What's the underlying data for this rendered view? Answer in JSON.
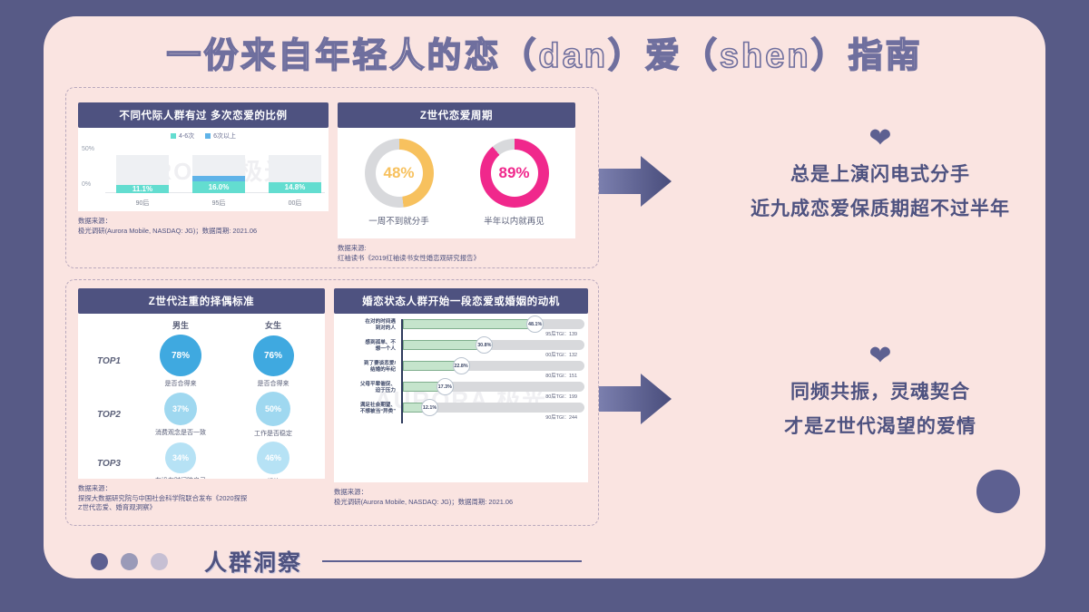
{
  "slide": {
    "title": "一份来自年轻人的恋（dan）爱（shen）指南",
    "bg_outer": "#575a86",
    "bg_card": "#fae4e1",
    "accent_navy": "#4e5280",
    "watermark": "AURORA 极光"
  },
  "panels": {
    "bars": {
      "heading": "不同代际人群有过 多次恋爱的比例",
      "legend": [
        {
          "label": "4-6次",
          "color": "#63ddd0"
        },
        {
          "label": "6次以上",
          "color": "#5fb3e8"
        }
      ],
      "y_ticks": [
        "50%",
        "0%"
      ],
      "source": "数据来源：\n极光调研(Aurora Mobile, NASDAQ: JG)；数据周期: 2021.06"
    },
    "donut": {
      "heading": "Z世代恋爱周期",
      "items": [
        {
          "value": "48%",
          "pct": 48,
          "caption": "一周不到就分手",
          "color": "#f7c15e",
          "track": "#d8d9dc"
        },
        {
          "value": "89%",
          "pct": 89,
          "caption": "半年以内就再见",
          "color": "#f0288c",
          "track": "#d8d9dc"
        }
      ],
      "source": "数据来源:\n红袖读书《2019红袖读书女性婚恋观研究报告》"
    },
    "mate": {
      "heading": "Z世代注重的择偶标准",
      "columns": [
        "男生",
        "女生"
      ],
      "rows": [
        {
          "rank": "TOP1",
          "male": {
            "value": "78%",
            "label": "是否合得来",
            "size": 46,
            "color": "#3fa9e0"
          },
          "female": {
            "value": "76%",
            "label": "是否合得来",
            "size": 45,
            "color": "#3fa9e0"
          }
        },
        {
          "rank": "TOP2",
          "male": {
            "value": "37%",
            "label": "消费观念是否一致",
            "size": 36,
            "color": "#9fd8f0"
          },
          "female": {
            "value": "50%",
            "label": "工作是否稳定",
            "size": 38,
            "color": "#9fd8f0"
          }
        },
        {
          "rank": "TOP3",
          "male": {
            "value": "34%",
            "label": "有没有时间陪自己",
            "size": 34,
            "color": "#b6e2f5"
          },
          "female": {
            "value": "46%",
            "label": "颜值",
            "size": 36,
            "color": "#b6e2f5"
          }
        }
      ],
      "source": "数据来源：\n探探大数据研究院与中国社会科学院联合发布《2020探探\nZ世代恋爱、婚育观洞察》"
    },
    "motive": {
      "heading": "婚恋状态人群开始一段恋爱或婚姻的动机",
      "rows": [
        {
          "label": "在对的时间遇\n到对的人",
          "value": "48.1%",
          "pct": 48.1,
          "tgi": "95后TGI：139"
        },
        {
          "label": "感到孤单、不\n想一个人",
          "value": "30.8%",
          "pct": 30.8,
          "tgi": "00后TGI：132"
        },
        {
          "label": "到了要谈恋爱/\n结婚的年纪",
          "value": "22.8%",
          "pct": 22.8,
          "tgi": "80后TGI：151"
        },
        {
          "label": "父母平辈催促、\n迫于压力",
          "value": "17.3%",
          "pct": 17.3,
          "tgi": "80后TGI：199"
        },
        {
          "label": "满足社会期望、\n不想被当“异类”",
          "value": "12.1%",
          "pct": 12.1,
          "tgi": "90后TGI：244"
        }
      ],
      "source": "数据来源：\n极光调研(Aurora Mobile, NASDAQ: JG)；数据周期: 2021.06"
    }
  },
  "messages": [
    {
      "icon": "heart-icon",
      "line1": "总是上演闪电式分手",
      "line2": "近九成恋爱保质期超不过半年"
    },
    {
      "icon": "heart-icon",
      "line1": "同频共振，灵魂契合",
      "line2": "才是Z世代渴望的爱情"
    }
  ],
  "footer": {
    "title": "人群洞察",
    "dots": [
      "#5d6091",
      "#9a9ab8",
      "#c6bfd3"
    ]
  },
  "chart_data": [
    {
      "type": "bar",
      "title": "不同代际人群有过多次恋爱的比例",
      "categories": [
        "90后",
        "95后",
        "00后"
      ],
      "series": [
        {
          "name": "4-6次",
          "values": [
            11.1,
            16.0,
            14.8
          ]
        },
        {
          "name": "6次以上",
          "values": [
            0,
            6.0,
            0
          ]
        }
      ],
      "labels": [
        "11.1%",
        "16.0%",
        "14.8%"
      ],
      "xlabel": "",
      "ylabel": "",
      "ylim": [
        0,
        50
      ],
      "grid": false,
      "legend": "top-center"
    },
    {
      "type": "pie",
      "title": "Z世代恋爱周期",
      "categories": [
        "一周不到就分手",
        "半年以内就再见"
      ],
      "values": [
        48,
        89
      ],
      "labels": [
        "48%",
        "89%"
      ],
      "legend": "below"
    },
    {
      "type": "bar",
      "title": "Z世代注重的择偶标准",
      "categories": [
        "TOP1",
        "TOP2",
        "TOP3"
      ],
      "series": [
        {
          "name": "男生",
          "values": [
            78,
            37,
            34
          ]
        },
        {
          "name": "女生",
          "values": [
            76,
            50,
            46
          ]
        }
      ],
      "annotations": [
        "男生 TOP1 是否合得来 78%",
        "女生 TOP1 是否合得来 76%",
        "男生 TOP2 消费观念是否一致 37%",
        "女生 TOP2 工作是否稳定 50%",
        "男生 TOP3 有没有时间陪自己 34%",
        "女生 TOP3 颜值 46%"
      ],
      "ylim": [
        0,
        100
      ]
    },
    {
      "type": "bar",
      "title": "婚恋状态人群开始一段恋爱或婚姻的动机",
      "categories": [
        "在对的时间遇到对的人",
        "感到孤单、不想一个人",
        "到了要谈恋爱/结婚的年纪",
        "父母平辈催促、迫于压力",
        "满足社会期望、不想被当“异类”"
      ],
      "values": [
        48.1,
        30.8,
        22.8,
        17.3,
        12.1
      ],
      "annotations": [
        "95后TGI：139",
        "00后TGI：132",
        "80后TGI：151",
        "80后TGI：199",
        "90后TGI：244"
      ],
      "ylim": [
        0,
        100
      ],
      "orientation": "horizontal"
    }
  ]
}
